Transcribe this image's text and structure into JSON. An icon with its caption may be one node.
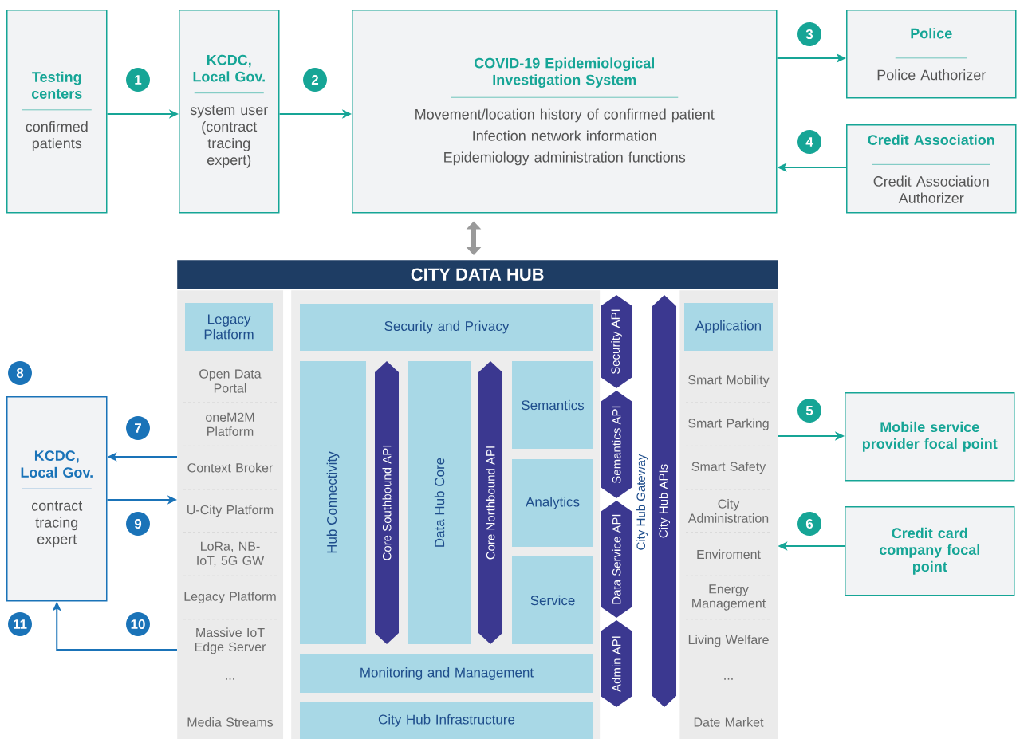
{
  "diagram": {
    "nodes": [
      {
        "text": [
          "Testing centers",
          "confirmed patients"
        ]
      },
      {
        "text": [
          "KCDC, Local Gov.",
          "system user (contract tracing expert)"
        ]
      },
      {
        "text": [
          "COVID-19 Epidemiological Investigation System",
          "Movement/location history of confirmed patient",
          "Infection network information",
          "Epidemiology administration functions"
        ]
      },
      {
        "text": [
          "Police",
          "Police Authorizer"
        ]
      },
      {
        "text": [
          "Credit Association",
          "Credit Association Authorizer"
        ]
      },
      {
        "text": [
          "CITY DATA HUB"
        ]
      },
      {
        "text": [
          "Open Data Portal",
          "oneM2M Platform",
          "Context Broker",
          "U-City Platform",
          "LoRa, NB-IoT, 5G GW",
          "Legacy Platform",
          "Massive IoT Edge Server",
          "...",
          "Media Streams"
        ]
      },
      {
        "text": [
          "Legacy Platform"
        ],
        "in": 6
      },
      {
        "text": [],
        "shape": "box"
      },
      {
        "text": [
          "Security and Privacy"
        ],
        "in": 8
      },
      {
        "text": [
          "Hub Connectivity"
        ],
        "in": 8
      },
      {
        "text": [
          "Core Southbound API"
        ],
        "in": 8
      },
      {
        "text": [
          "Data Hub Core"
        ],
        "in": 8
      },
      {
        "text": [
          "Core Northbound API"
        ],
        "in": 8
      },
      {
        "text": [
          "Semantics"
        ],
        "in": 8
      },
      {
        "text": [
          "Analytics"
        ],
        "in": 8
      },
      {
        "text": [
          "Service"
        ],
        "in": 8
      },
      {
        "text": [
          "Monitoring and Management"
        ],
        "in": 8
      },
      {
        "text": [
          "City Hub Infrastructure"
        ],
        "in": 8
      },
      {
        "text": [
          "Security API"
        ]
      },
      {
        "text": [
          "Semantics API"
        ]
      },
      {
        "text": [
          "Data Service API"
        ]
      },
      {
        "text": [
          "Admin API"
        ]
      },
      {
        "text": [
          "City Hub APIs"
        ]
      },
      {
        "text": [
          "Smart Mobility",
          "Smart Parking",
          "Smart Safety",
          "City Administration",
          "Enviroment",
          "Energy Management",
          "Living Welfare",
          "...",
          "Date Market"
        ]
      },
      {
        "text": [
          "Application"
        ],
        "in": 24
      },
      {
        "text": [
          "KCDC, Local Gov.",
          "contract tracing expert"
        ]
      },
      {
        "text": [
          "Mobile service provider focal point"
        ]
      },
      {
        "text": [
          "Credit card company focal point"
        ]
      }
    ],
    "edges": [
      {
        "from": 0,
        "to": 1,
        "arrow": "to"
      },
      {
        "from": 1,
        "to": 2,
        "arrow": "to"
      },
      {
        "from": 2,
        "to": 3,
        "arrow": "to"
      },
      {
        "from": 4,
        "to": 2,
        "arrow": "to"
      },
      {
        "from": 2,
        "to": 5,
        "arrow": "both",
        "style": "thick",
        "color": "#9a9a9a"
      },
      {
        "from": 24,
        "to": 27,
        "arrow": "to"
      },
      {
        "from": 28,
        "to": 24,
        "arrow": "to"
      },
      {
        "from": 6,
        "to": 26,
        "arrow": "to",
        "color": "#1a73b8"
      },
      {
        "from": 26,
        "to": 6,
        "arrow": "to",
        "color": "#1a73b8"
      },
      {
        "from": 6,
        "to": 26,
        "arrow": "to",
        "color": "#1a73b8"
      }
    ],
    "labels": [
      "1",
      "2",
      "3",
      "4",
      "8",
      "7",
      "5",
      "City Hub Gateway",
      "9",
      "6",
      "11",
      "10"
    ]
  }
}
